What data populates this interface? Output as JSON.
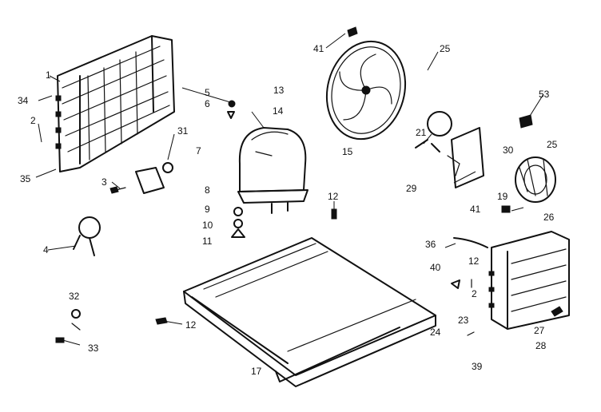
{
  "colors": {
    "ink": "#111111",
    "paper": "#ffffff"
  },
  "callouts": [
    {
      "id": "c1",
      "text": "1"
    },
    {
      "id": "c34",
      "text": "34"
    },
    {
      "id": "c2a",
      "text": "2"
    },
    {
      "id": "c35",
      "text": "35"
    },
    {
      "id": "c3",
      "text": "3"
    },
    {
      "id": "c31",
      "text": "31"
    },
    {
      "id": "c7",
      "text": "7"
    },
    {
      "id": "c5",
      "text": "5"
    },
    {
      "id": "c6",
      "text": "6"
    },
    {
      "id": "c13",
      "text": "13"
    },
    {
      "id": "c14",
      "text": "14"
    },
    {
      "id": "c8",
      "text": "8"
    },
    {
      "id": "c9",
      "text": "9"
    },
    {
      "id": "c10",
      "text": "10"
    },
    {
      "id": "c11",
      "text": "11"
    },
    {
      "id": "c4",
      "text": "4"
    },
    {
      "id": "c32",
      "text": "32"
    },
    {
      "id": "c33",
      "text": "33"
    },
    {
      "id": "c12a",
      "text": "12"
    },
    {
      "id": "c12b",
      "text": "12"
    },
    {
      "id": "c17",
      "text": "17"
    },
    {
      "id": "c41a",
      "text": "41"
    },
    {
      "id": "c15",
      "text": "15"
    },
    {
      "id": "c25a",
      "text": "25"
    },
    {
      "id": "c21",
      "text": "21"
    },
    {
      "id": "c53",
      "text": "53"
    },
    {
      "id": "c30",
      "text": "30"
    },
    {
      "id": "c25b",
      "text": "25"
    },
    {
      "id": "c29",
      "text": "29"
    },
    {
      "id": "c19",
      "text": "19"
    },
    {
      "id": "c41b",
      "text": "41"
    },
    {
      "id": "c26",
      "text": "26"
    },
    {
      "id": "c36",
      "text": "36"
    },
    {
      "id": "c40",
      "text": "40"
    },
    {
      "id": "c12c",
      "text": "12"
    },
    {
      "id": "c2b",
      "text": "2"
    },
    {
      "id": "c24",
      "text": "24"
    },
    {
      "id": "c23",
      "text": "23"
    },
    {
      "id": "c39",
      "text": "39"
    },
    {
      "id": "c27",
      "text": "27"
    },
    {
      "id": "c28",
      "text": "28"
    }
  ]
}
